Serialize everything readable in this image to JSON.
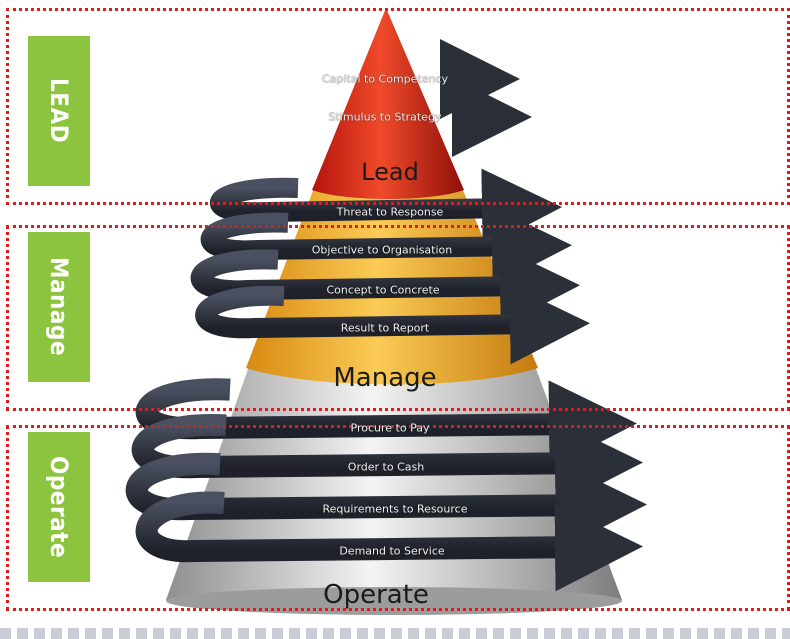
{
  "tiers": [
    {
      "tab": "LEAD",
      "label": "Lead",
      "color": "#d9301f",
      "processes": [
        "Capital to Competency",
        "Stimulus to Strategy"
      ]
    },
    {
      "tab": "Manage",
      "label": "Manage",
      "color": "#f2b233",
      "processes": [
        "Threat to Response",
        "Objective to Organisation",
        "Concept to Concrete",
        "Result to Report"
      ]
    },
    {
      "tab": "Operate",
      "label": "Operate",
      "color": "#c9c9c9",
      "processes": [
        "Procure to Pay",
        "Order to Cash",
        "Requirements to Resource",
        "Demand to Service"
      ]
    }
  ],
  "colors": {
    "border": "#e01b1b",
    "tab": "#8dc43f",
    "arrow": "#2b2f37"
  }
}
